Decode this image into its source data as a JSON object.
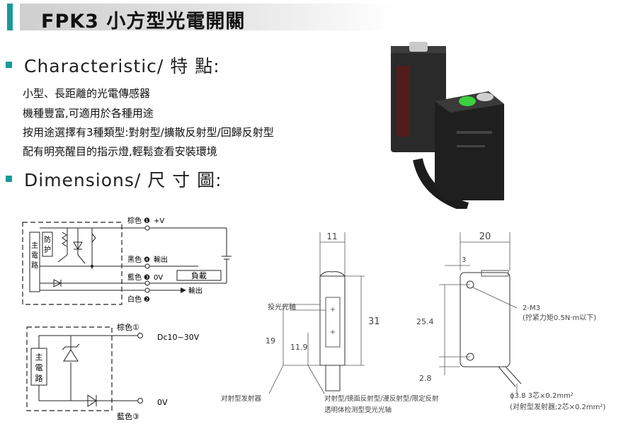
{
  "title": "FPK3 小方型光電開關",
  "sections": {
    "characteristic_heading": "Characteristic/ 特 點:",
    "dimensions_heading": "Dimensions/ 尺 寸 圖:"
  },
  "features": [
    "小型、長距離的光電傳感器",
    "機種豐富,可適用於各種用途",
    "按用途選擇有3種類型:對射型/擴散反射型/回歸反射型",
    "配有明亮醒目的指示燈,輕鬆查看安裝環境"
  ],
  "wiring1": {
    "main_circuit": [
      "主",
      "電",
      "路"
    ],
    "protect": [
      "防",
      "护"
    ],
    "brown": "棕色",
    "brown_num": "❶",
    "brown_val": "+V",
    "black": "黑色",
    "black_num": "❹",
    "black_val": "輸出",
    "blue": "藍色",
    "blue_num": "❸",
    "blue_val": "0V",
    "white": "白色",
    "white_num": "❷",
    "output": "輸出",
    "load": "負載"
  },
  "wiring2": {
    "main_circuit": [
      "主",
      "電",
      "路"
    ],
    "brown": "棕色①",
    "brown_val": "Dc10~30V",
    "blue": "藍色③",
    "blue_val": "0V"
  },
  "dim_front": {
    "width": "11",
    "height": "31",
    "d19": "19",
    "d119": "11.9",
    "axis_label": "投光光軸",
    "emitter_label": "对射型发射器",
    "receiver_label": "对射型/镜面反射型/漫反射型/限定反射型",
    "receiver_label2": "透明体检测型受光光轴",
    "plus1": "+",
    "plus2": "+"
  },
  "dim_side": {
    "width": "20",
    "d3": "3",
    "h254": "25.4",
    "d28": "2.8",
    "screw": "2-M3",
    "torque": "(拧紧力矩0.5N·m以下)",
    "cable1": "ϕ3.8 3芯×0.2mm²",
    "cable2": "(对射型发射器;2芯×0.2mm²)"
  }
}
